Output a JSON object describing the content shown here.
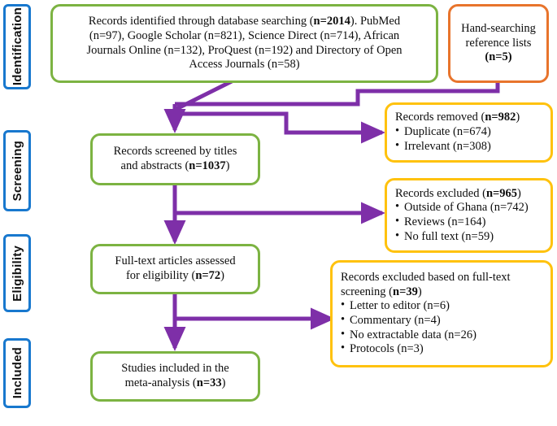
{
  "diagram": {
    "title": "PRISMA flow diagram",
    "colors": {
      "stage_border": "#1878CE",
      "identification_box": "#7CB342",
      "hand_search_box": "#E8742C",
      "exclusion_box": "#FFC20E",
      "connector": "#7E2FA8"
    }
  },
  "stages": [
    {
      "label": "Identification"
    },
    {
      "label": "Screening"
    },
    {
      "label": "Eligibility"
    },
    {
      "label": "Included"
    }
  ],
  "nodes": {
    "identification": {
      "line1_a": "Records identified through database searching (",
      "line1_b": "n=2014",
      "line1_c": "). PubMed",
      "line2": "(n=97), Google Scholar (n=821), Science Direct (n=714), African",
      "line3": "Journals Online (n=132), ProQuest (n=192) and Directory of Open",
      "line4": "Access Journals (n=58)"
    },
    "hand_search": {
      "line1": "Hand-searching",
      "line2": "reference lists",
      "line3": "(n=5)"
    },
    "screened": {
      "line1": "Records screened by titles",
      "line2_a": "and abstracts (",
      "line2_b": "n=1037",
      "line2_c": ")"
    },
    "fulltext": {
      "line1": "Full-text articles assessed",
      "line2_a": "for eligibility (",
      "line2_b": "n=72",
      "line2_c": ")"
    },
    "included": {
      "line1": "Studies included in the",
      "line2_a": "meta-analysis (",
      "line2_b": "n=33",
      "line2_c": ")"
    },
    "removed": {
      "lead_a": "Records removed (",
      "lead_b": "n=982",
      "lead_c": ")",
      "items": [
        "Duplicate (n=674)",
        "Irrelevant (n=308)"
      ]
    },
    "excluded_screening": {
      "lead_a": "Records excluded (",
      "lead_b": "n=965",
      "lead_c": ")",
      "items": [
        "Outside of Ghana (n=742)",
        "Reviews (n=164)",
        "No full text (n=59)"
      ]
    },
    "excluded_fulltext": {
      "lead_a": "Records excluded based on full-text",
      "lead_b": "screening (",
      "lead_c": "n=39",
      "lead_d": ")",
      "items": [
        "Letter to editor (n=6)",
        "Commentary (n=4)",
        "No extractable data (n=26)",
        "Protocols (n=3)"
      ]
    }
  }
}
